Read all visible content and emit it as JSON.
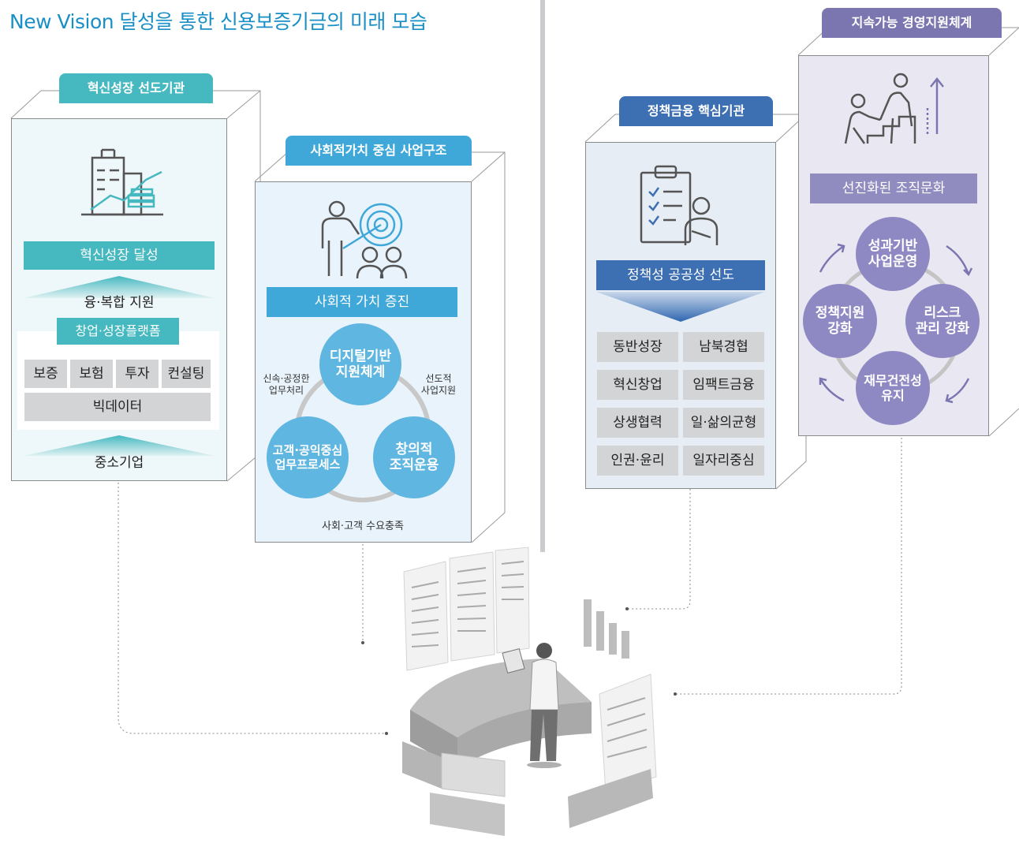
{
  "title": "New Vision 달성을 통한 신용보증기금의 미래 모습",
  "colors": {
    "teal": "#46b8c0",
    "sky": "#3fa8d8",
    "blue": "#3d6fb3",
    "purple": "#7b76b0"
  },
  "panel1": {
    "tab": "혁신성장 선도기관",
    "icon": "building-growth-icon",
    "bar": "혁신성장 달성",
    "arrow_label": "융·복합 지원",
    "platform": "창업·성장플랫폼",
    "items": [
      "보증",
      "보험",
      "투자",
      "컨설팅"
    ],
    "bigdata": "빅데이터",
    "bottom": "중소기업"
  },
  "panel2": {
    "tab": "사회적가치 중심 사업구조",
    "icon": "target-people-icon",
    "bar": "사회적 가치 증진",
    "circles": [
      "디지털기반\n지원체계",
      "고객·공익중심\n업무프로세스",
      "창의적\n조직운용"
    ],
    "labels": [
      "신속·공정한\n업무처리",
      "선도적\n사업지원",
      "사회·고객 수요충족"
    ]
  },
  "panel3": {
    "tab": "정책금융 핵심기관",
    "icon": "checklist-person-icon",
    "bar": "정책성 공공성 선도",
    "items": [
      "동반성장",
      "남북경협",
      "혁신창업",
      "임팩트금융",
      "상생협력",
      "일·삶의균형",
      "인권·윤리",
      "일자리중심"
    ]
  },
  "panel4": {
    "tab": "지속가능 경영지원체계",
    "icon": "climbing-stairs-icon",
    "bar": "선진화된 조직문화",
    "circles": [
      "성과기반\n사업운영",
      "리스크\n관리 강화",
      "재무건전성\n유지",
      "정책지원\n강화"
    ]
  }
}
